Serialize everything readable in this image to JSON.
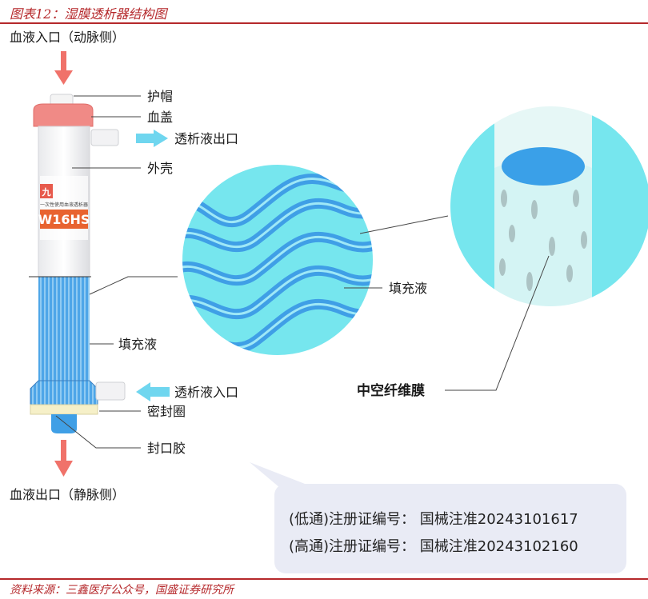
{
  "header": {
    "title": "图表12：湿膜透析器结构图"
  },
  "labels": {
    "blood_in": "血液入口（动脉侧）",
    "cap": "护帽",
    "blood_cover": "血盖",
    "dialysate_out": "透析液出口",
    "shell": "外壳",
    "filling_left": "填充液",
    "dialysate_in": "透析液入口",
    "seal_ring": "密封圈",
    "potting": "封口胶",
    "blood_out": "血液出口（静脉侧）",
    "filling_right": "填充液",
    "hollow_fiber": "中空纤维膜"
  },
  "product": {
    "model": "W16HS",
    "logo_mark": "九",
    "subtitle": "一次性使用血液透析器"
  },
  "callout": {
    "line1": "(低通)注册证编号：  国械注准20243101617",
    "line2": "(高通)注册证编号：  国械注准20243102160"
  },
  "footer": {
    "source": "资料来源：三鑫医疗公众号，国盛证券研究所"
  },
  "colors": {
    "accent": "#b5282b",
    "arrow_red": "#f0726a",
    "arrow_cyan": "#6fd6ef",
    "fiber_blue": "#3f9fe6",
    "fluid_cyan": "#76e6ee",
    "cap_pink": "#f08a86",
    "callout_bg": "#e9ebf5"
  }
}
